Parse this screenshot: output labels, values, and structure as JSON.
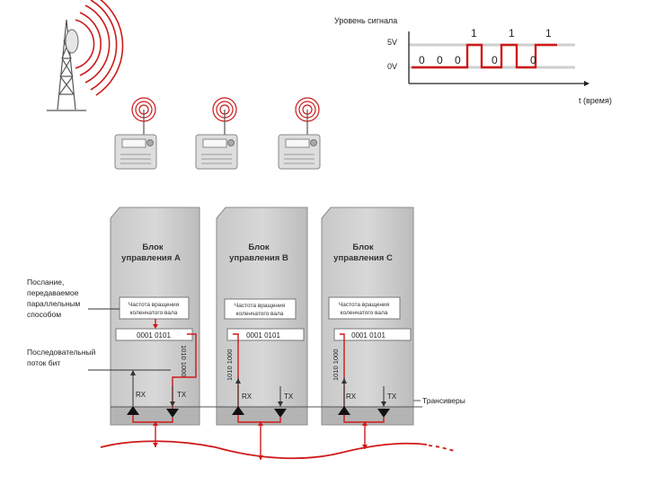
{
  "signal_chart": {
    "title": "Уровень сигнала",
    "y_high_label": "5V",
    "y_low_label": "0V",
    "x_label": "t (время)",
    "bits": [
      "0",
      "0",
      "0",
      "1",
      "0",
      "1",
      "0",
      "1"
    ]
  },
  "units": [
    {
      "title_line1": "Блок",
      "title_line2": "управления A",
      "freq_line1": "Частота вращения",
      "freq_line2": "коленчатого вала",
      "code": "0001 0101",
      "stream": "1010 1000",
      "rx": "RX",
      "tx": "TX"
    },
    {
      "title_line1": "Блок",
      "title_line2": "управления B",
      "freq_line1": "Частота вращения",
      "freq_line2": "коленчатого вала",
      "code": "0001 0101",
      "stream": "1010 1000",
      "rx": "RX",
      "tx": "TX"
    },
    {
      "title_line1": "Блок",
      "title_line2": "управления C",
      "freq_line1": "Частота вращения",
      "freq_line2": "коленчатого вала",
      "code": "0001 0101",
      "stream": "1010 1000",
      "rx": "RX",
      "tx": "TX"
    }
  ],
  "labels": {
    "parallel_message": [
      "Послание,",
      "передаваемое",
      "параллельным",
      "способом"
    ],
    "serial_stream": [
      "Последовательный",
      "поток бит"
    ],
    "transceivers": "Трансиверы"
  },
  "colors": {
    "signal": "#d01818",
    "panel": "#cfcfcf",
    "panel_dark": "#b4b4b4"
  }
}
